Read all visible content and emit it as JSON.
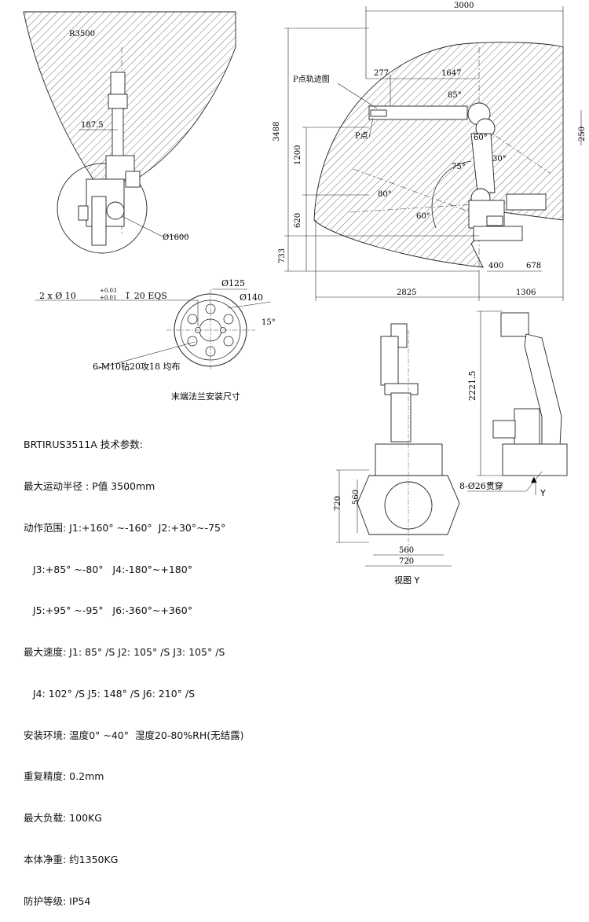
{
  "top_left": {
    "radius_label": "R3500",
    "offset_label": "187.5",
    "base_dia_label": "Ø1600"
  },
  "top_right": {
    "dim_top": "3000",
    "dim_left_total": "3488",
    "dim_1200": "1200",
    "dim_620": "620",
    "dim_733": "733",
    "dim_277": "277",
    "dim_1647": "1647",
    "dim_250": "250",
    "dim_400": "400",
    "dim_678": "678",
    "dim_2825": "2825",
    "dim_1306": "1306",
    "label_trajectory": "P点轨迹图",
    "label_p_point": "P点",
    "angle_85": "85°",
    "angle_60a": "60°",
    "angle_30": "30°",
    "angle_75": "75°",
    "angle_80": "80°",
    "angle_60b": "60°"
  },
  "flange": {
    "hole_spec": "2 x Ø 10",
    "tol_upper": "+0.03",
    "tol_lower": "+0.01",
    "depth_spec": "↧ 20 EQS",
    "dia_125": "Ø125",
    "dia_140": "Ø140",
    "angle_15": "15°",
    "thread_spec": "6-M10钻20攻18 均布",
    "caption": "末端法兰安装尺寸"
  },
  "front_view": {
    "dim_720_left": "720",
    "dim_560_left": "560",
    "dim_560_bottom": "560",
    "dim_720_bottom": "720",
    "caption": "视图 Y"
  },
  "side_view": {
    "height_label": "2221.5",
    "hole_label": "8-Ø26贯穿",
    "view_arrow_label": "Y"
  },
  "specs": {
    "title": "BRTIRUS3511A 技术参数:",
    "lines": [
      "最大运动半径 : P值 3500mm",
      "动作范围: J1:+160° ~-160°  J2:+30°~-75°",
      "   J3:+85° ~-80°   J4:-180°~+180°",
      "   J5:+95° ~-95°   J6:-360°~+360°",
      "最大速度: J1: 85° /S J2: 105° /S J3: 105° /S",
      "   J4: 102° /S J5: 148° /S J6: 210° /S",
      "安装环境: 温度0° ~40°  湿度20-80%RH(无结露)",
      "重复精度: 0.2mm",
      "最大负载: 100KG",
      "本体净重: 约1350KG",
      "防护等级: IP54"
    ]
  }
}
